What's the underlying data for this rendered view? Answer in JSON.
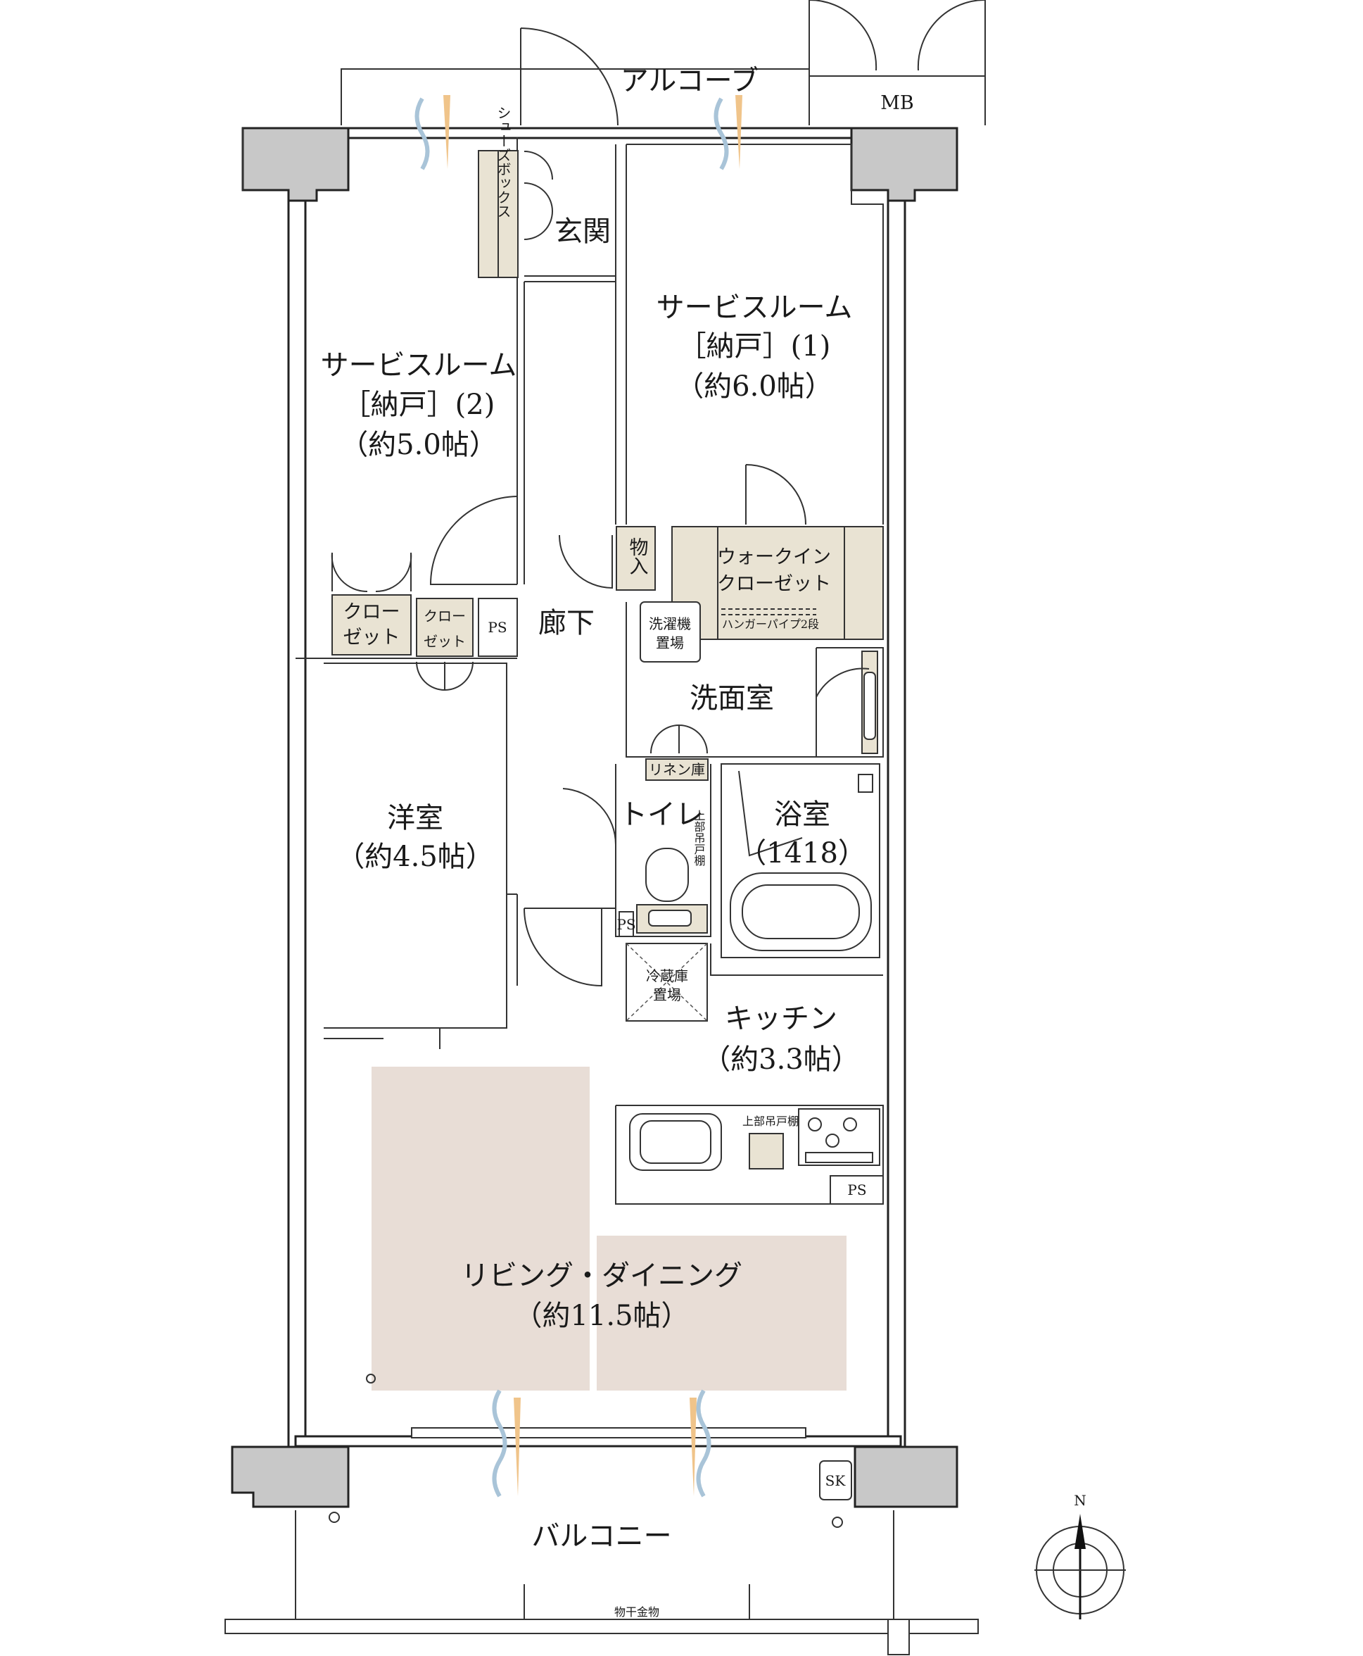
{
  "rooms": {
    "alcove": "アルコーブ",
    "mb": "MB",
    "shoe_box": "シューズボックス",
    "entrance": "玄関",
    "service_room_1": {
      "line1": "サービスルーム",
      "line2": "［納戸］(1)",
      "line3": "（約6.0帖）"
    },
    "service_room_2": {
      "line1": "サービスルーム",
      "line2": "［納戸］(2)",
      "line3": "（約5.0帖）"
    },
    "storage": "物入",
    "walk_in_closet": {
      "line1": "ウォークイン",
      "line2": "クローゼット"
    },
    "hanger_pipe": "ハンガーパイプ2段",
    "closet_label_1": {
      "line1": "クロー",
      "line2": "ゼット"
    },
    "closet_label_2": {
      "line1": "クロー",
      "line2": "ゼット"
    },
    "ps": "PS",
    "corridor": "廊下",
    "washer_space": {
      "line1": "洗濯機",
      "line2": "置場"
    },
    "washroom": "洗面室",
    "linen": "リネン庫",
    "western_room": {
      "line1": "洋室",
      "line2": "（約4.5帖）"
    },
    "toilet": "トイレ",
    "upper_cabinet_vertical": "上部吊戸棚",
    "bath": {
      "line1": "浴室",
      "line2": "（1418）"
    },
    "fridge_space": {
      "line1": "冷蔵庫",
      "line2": "置場"
    },
    "kitchen": {
      "line1": "キッチン",
      "line2": "（約3.3帖）"
    },
    "upper_cabinet": "上部吊戸棚",
    "living_dining": {
      "line1": "リビング・ダイニング",
      "line2": "（約11.5帖）"
    },
    "sk": "SK",
    "balcony": "バルコニー",
    "drying_hardware": "物干金物",
    "north": "N"
  },
  "colors": {
    "closet_fill": "#e9e3d3",
    "ld_floor": "#e8ddd6",
    "column": "#c8c8c8",
    "vent_blue": "#a9c4d8",
    "vent_orange": "#f0c48a"
  }
}
